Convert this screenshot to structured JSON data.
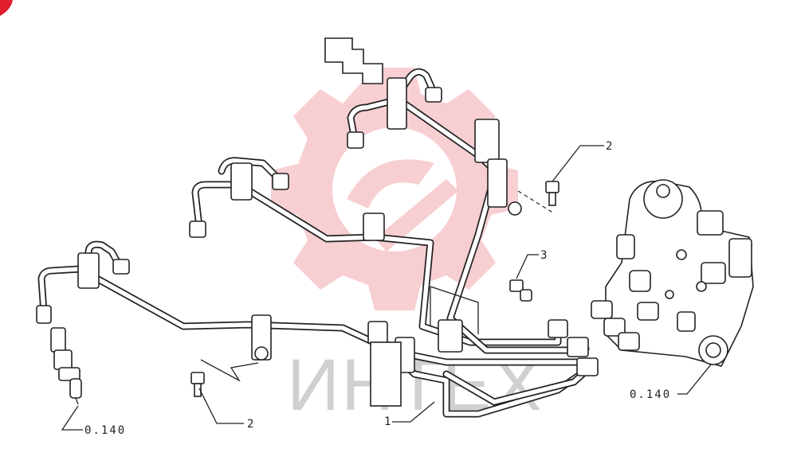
{
  "diagram": {
    "watermark_text": "ИНТЕХ",
    "accent_color": "#e01e2e",
    "logo_color": "#f2a7ad",
    "callouts": [
      {
        "id": "callout-2-top",
        "label": "2"
      },
      {
        "id": "callout-3",
        "label": "3"
      },
      {
        "id": "callout-2-bottom",
        "label": "2"
      },
      {
        "id": "callout-1",
        "label": "1"
      },
      {
        "id": "callout-0140-left",
        "label": "0.140"
      },
      {
        "id": "callout-0140-right",
        "label": "0.140"
      }
    ]
  }
}
